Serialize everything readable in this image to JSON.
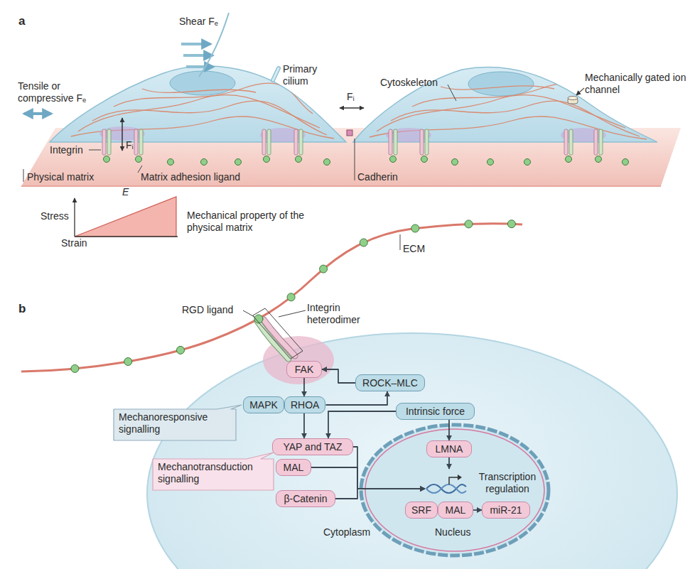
{
  "diagram": {
    "nodes": [
      {
        "text": [
          "Cytoplasm"
        ]
      },
      {
        "text": [
          "FAK"
        ],
        "in": 0
      },
      {
        "text": [
          "ROCK–MLC"
        ],
        "in": 0
      },
      {
        "text": [
          "MAPK"
        ],
        "in": 0
      },
      {
        "text": [
          "RHOA"
        ],
        "in": 0
      },
      {
        "text": [
          "Intrinsic force"
        ],
        "in": 0
      },
      {
        "text": [
          "YAP and TAZ"
        ],
        "in": 0
      },
      {
        "text": [
          "MAL"
        ],
        "in": 0
      },
      {
        "text": [
          "β-Catenin"
        ],
        "in": 0
      },
      {
        "text": [
          "Nucleus"
        ],
        "in": 0
      },
      {
        "text": [
          "LMNA"
        ],
        "in": 9
      },
      {
        "text": [
          "Transcription regulation"
        ],
        "in": 9
      },
      {
        "text": [
          "SRF"
        ],
        "in": 9
      },
      {
        "text": [
          "MAL"
        ],
        "in": 9
      },
      {
        "text": [
          "miR-21"
        ],
        "in": 9
      },
      {
        "text": [
          "Mechanoresponsive signalling"
        ]
      },
      {
        "text": [
          "Mechanotransduction signalling"
        ]
      }
    ],
    "edges": [
      {
        "from": 1,
        "to": 4,
        "arrow": "to"
      },
      {
        "from": 2,
        "to": 1,
        "arrow": "to"
      },
      {
        "from": 4,
        "to": 2,
        "arrow": "to"
      },
      {
        "from": 4,
        "to": 6,
        "arrow": "to"
      },
      {
        "from": 5,
        "to": 6,
        "arrow": "to"
      },
      {
        "from": 5,
        "to": 10,
        "arrow": "to"
      },
      {
        "from": 10,
        "to": 11,
        "arrow": "to"
      },
      {
        "from": 6,
        "to": 11,
        "arrow": "to"
      },
      {
        "from": 7,
        "to": 11,
        "arrow": "to"
      },
      {
        "from": 8,
        "to": 11,
        "arrow": "to"
      },
      {
        "from": 13,
        "to": 14,
        "arrow": "to"
      }
    ],
    "labels": [
      "a",
      "Shear Fₑ",
      "Tensile or compressive Fₑ",
      "Primary cilium",
      "Cytoskeleton",
      "Mechanically gated ion channel",
      "Fᵢ",
      "Fᵢ",
      "Integrin",
      "Physical matrix",
      "Matrix adhesion ligand",
      "Cadherin",
      "Stress",
      "E",
      "Strain",
      "Mechanical property of the physical matrix",
      "ECM",
      "b",
      "RGD ligand",
      "Integrin heterodimer"
    ]
  }
}
